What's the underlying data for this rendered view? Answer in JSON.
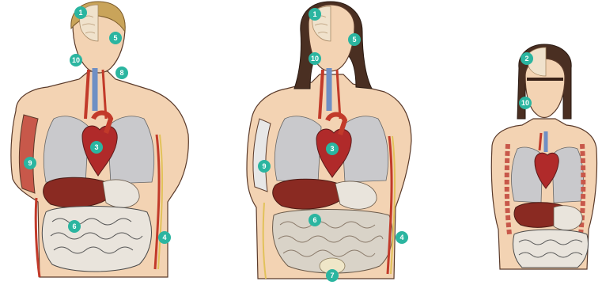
{
  "figures": [
    {
      "id": "figure-adult-male",
      "markers": [
        {
          "label": "1",
          "color": "#2bb5a0"
        },
        {
          "label": "5",
          "color": "#2bb5a0"
        },
        {
          "label": "10",
          "color": "#2bb5a0"
        },
        {
          "label": "8",
          "color": "#2bb5a0"
        },
        {
          "label": "3",
          "color": "#2bb5a0"
        },
        {
          "label": "9",
          "color": "#2bb5a0"
        },
        {
          "label": "6",
          "color": "#2bb5a0"
        },
        {
          "label": "4",
          "color": "#2bb5a0"
        }
      ]
    },
    {
      "id": "figure-adult-female",
      "markers": [
        {
          "label": "1",
          "color": "#2bb5a0"
        },
        {
          "label": "5",
          "color": "#2bb5a0"
        },
        {
          "label": "10",
          "color": "#2bb5a0"
        },
        {
          "label": "3",
          "color": "#2bb5a0"
        },
        {
          "label": "9",
          "color": "#2bb5a0"
        },
        {
          "label": "6",
          "color": "#2bb5a0"
        },
        {
          "label": "4",
          "color": "#2bb5a0"
        },
        {
          "label": "7",
          "color": "#2bb5a0"
        }
      ]
    },
    {
      "id": "figure-child",
      "markers": [
        {
          "label": "2",
          "color": "#2bb5a0"
        },
        {
          "label": "10",
          "color": "#2bb5a0"
        }
      ]
    }
  ],
  "colors": {
    "skin": "#f3d3b3",
    "outline": "#5a3a2a",
    "lung": "#c9c9cc",
    "heart": "#b02a2a",
    "liver": "#8a2a22",
    "intestine": "#e9e4dc",
    "vessel_red": "#c23a2a",
    "vessel_blue": "#6f8fc4",
    "hair_light": "#c9a45a",
    "hair_dark": "#4a2f22",
    "brain": "#f0e2cc",
    "nerve_yellow": "#e2c25a"
  }
}
